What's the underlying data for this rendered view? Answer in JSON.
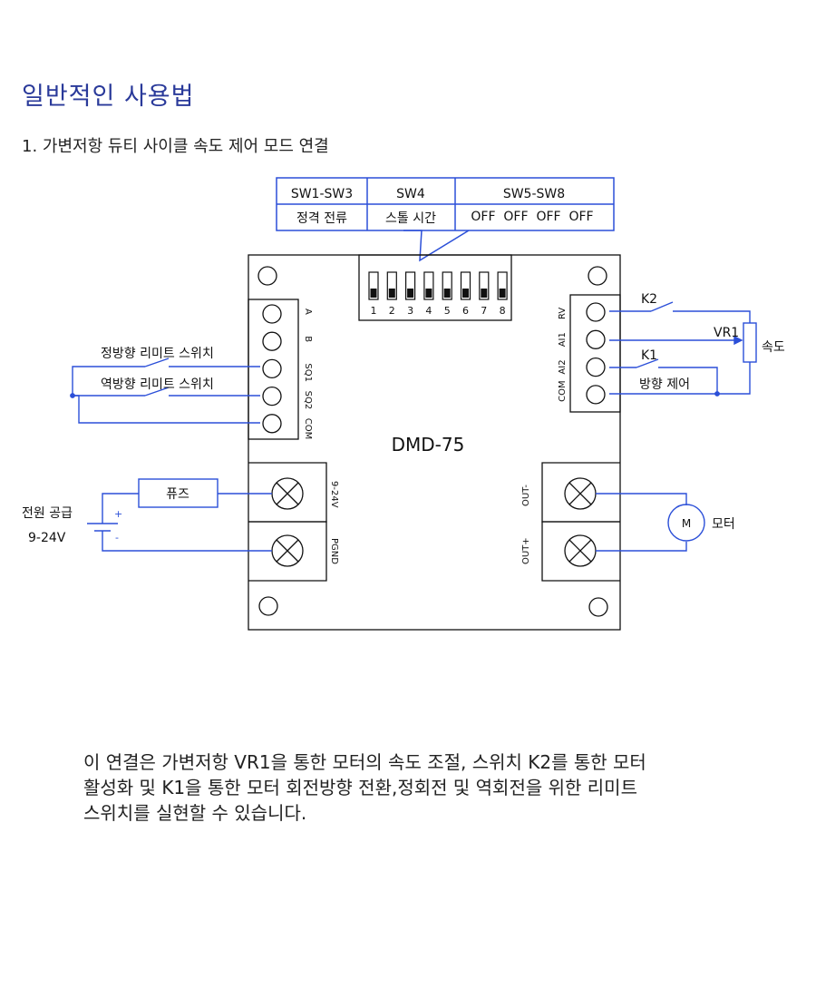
{
  "heading": "일반적인 사용법",
  "subheading": "1. 가변저항 듀티 사이클 속도 제어 모드 연결",
  "dip_table": {
    "headers": [
      "SW1-SW3",
      "SW4",
      "SW5-SW8"
    ],
    "values": [
      "정격 전류",
      "스톨 시간",
      "OFF  OFF  OFF  OFF"
    ]
  },
  "dip_numbers": [
    "1",
    "2",
    "3",
    "4",
    "5",
    "6",
    "7",
    "8"
  ],
  "board": {
    "name": "DMD-75"
  },
  "left_terminals": [
    "A",
    "B",
    "SQ1",
    "SQ2",
    "COM"
  ],
  "right_terminals": [
    "RV",
    "AI1",
    "AI2",
    "COM"
  ],
  "power_terminals": [
    "9-24V",
    "PGND"
  ],
  "output_terminals": [
    "OUT-",
    "OUT+"
  ],
  "labels": {
    "forward_limit": "정방향 리미트 스위치",
    "reverse_limit": "역방향 리미트 스위치",
    "fuse": "퓨즈",
    "power_supply": "전원 공급",
    "power_voltage": "9-24V",
    "plus": "+",
    "minus": "-",
    "k2": "K2",
    "k1": "K1",
    "vr1": "VR1",
    "speed": "속도",
    "direction": "방향 제어",
    "motor_symbol": "M",
    "motor": "모터"
  },
  "description": [
    " 이 연결은 가변저항 VR1을 통한 모터의 속도 조절, 스위치 K2를 통한 모터",
    "활성화 및 K1을 통한 모터 회전방향 전환,정회전 및 역회전을 위한 리미트",
    "스위치를 실현할 수 있습니다."
  ],
  "colors": {
    "wire": "#2b4fd8",
    "ink": "#111111",
    "heading": "#2a3a9a"
  }
}
